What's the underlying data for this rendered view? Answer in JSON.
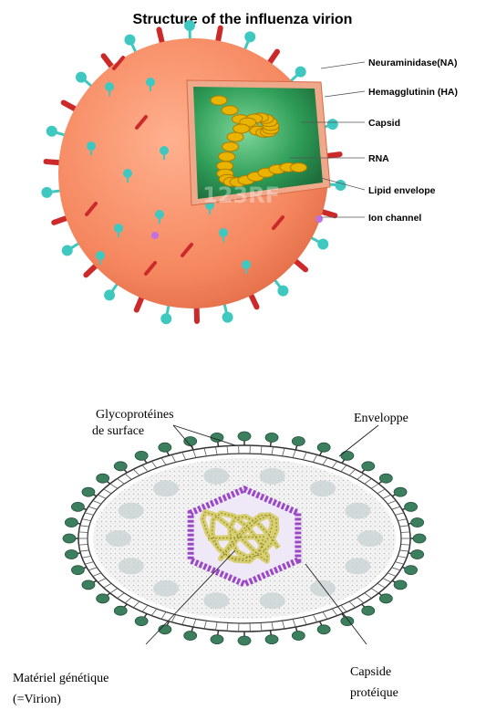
{
  "top_diagram": {
    "title": "Structure of the influenza virion",
    "watermark": "123RF",
    "labels": [
      "Neuraminidase(NA)",
      "Hemagglutinin (HA)",
      "Capsid",
      "RNA",
      "Lipid envelope",
      "Ion channel"
    ]
  },
  "bottom_diagram": {
    "labels": {
      "glyco_line1": "Glycoprotéines",
      "glyco_line2": "de surface",
      "enveloppe": "Enveloppe",
      "materiel_line1": "Matériel génétique",
      "materiel_line2": "(=Virion)",
      "capside_line1": "Capside",
      "capside_line2": "protéique"
    }
  },
  "colors": {
    "envelope": "#f5875f",
    "envelope_edge": "#e06a45",
    "neuraminidase": "#3fc8c0",
    "hemagglutinin": "#cc2a2a",
    "capsid": "#2f9e58",
    "rna": "#e8b400",
    "ion_channel": "#c070e0",
    "glycoprotein": "#3b7f5e",
    "capside_proteique": "#9a47c8",
    "genetic": "#d8cf70"
  }
}
